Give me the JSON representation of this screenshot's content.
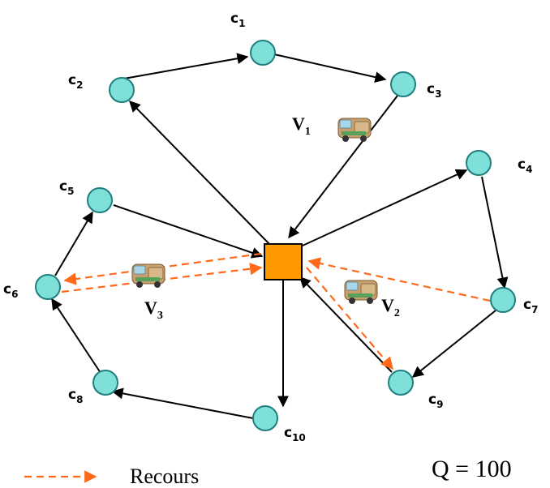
{
  "customers": [
    {
      "id": "c1",
      "prefix": "c",
      "sub": "1"
    },
    {
      "id": "c2",
      "prefix": "c",
      "sub": "2"
    },
    {
      "id": "c3",
      "prefix": "c",
      "sub": "3"
    },
    {
      "id": "c4",
      "prefix": "c",
      "sub": "4"
    },
    {
      "id": "c5",
      "prefix": "c",
      "sub": "5"
    },
    {
      "id": "c6",
      "prefix": "c",
      "sub": "6"
    },
    {
      "id": "c7",
      "prefix": "c",
      "sub": "7"
    },
    {
      "id": "c8",
      "prefix": "c",
      "sub": "8"
    },
    {
      "id": "c9",
      "prefix": "c",
      "sub": "9"
    },
    {
      "id": "c10",
      "prefix": "c",
      "sub": "10"
    }
  ],
  "vehicles": [
    {
      "id": "v1",
      "prefix": "V",
      "sub": "1",
      "icon": "garbage-truck-icon"
    },
    {
      "id": "v2",
      "prefix": "V",
      "sub": "2",
      "icon": "garbage-truck-icon"
    },
    {
      "id": "v3",
      "prefix": "V",
      "sub": "3",
      "icon": "garbage-truck-icon"
    }
  ],
  "routes": [
    {
      "vehicle": "v1",
      "path": [
        "depot",
        "c2",
        "c1",
        "c3",
        "depot"
      ]
    },
    {
      "vehicle": "v2",
      "path": [
        "depot",
        "c4",
        "c7",
        "c9",
        "depot"
      ]
    },
    {
      "vehicle": "v3",
      "path": [
        "depot",
        "c10",
        "c8",
        "c6",
        "c5",
        "depot"
      ]
    }
  ],
  "recourse_trips": [
    {
      "from": "depot",
      "to": "c6",
      "back": true
    },
    {
      "from": "c7",
      "to": "depot",
      "back": false
    },
    {
      "from": "depot",
      "to": "c9",
      "back": true
    }
  ],
  "legend": {
    "recourse_label": "Recours"
  },
  "capacity_text": "Q = 100",
  "colors": {
    "node_fill": "#7ee0d8",
    "node_stroke": "#1f7f7f",
    "depot_fill": "#ff9900",
    "recourse_arrow": "#ff6a1a",
    "route_arrow": "#000000"
  }
}
